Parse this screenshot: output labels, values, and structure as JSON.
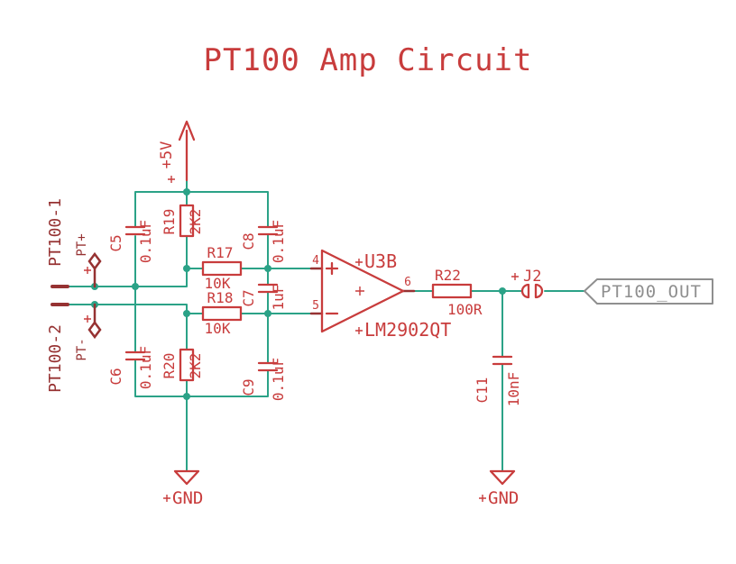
{
  "title": "PT100 Amp Circuit",
  "colors": {
    "background": "#FFFFFF",
    "wire": "#2BA287",
    "symbol": "#C83C3C",
    "pin": "#963232",
    "flag": "#8F8F8F"
  },
  "power": {
    "vcc_label": "+5V",
    "gnd_label": "GND"
  },
  "connector": {
    "pin1_label": "PT100-1",
    "pin2_label": "PT100-2"
  },
  "testpoints": {
    "plus_label": "PT+",
    "minus_label": "PT-"
  },
  "components": {
    "r17": {
      "name": "R17",
      "value": "10K"
    },
    "r18": {
      "name": "R18",
      "value": "10K"
    },
    "r19": {
      "name": "R19",
      "value": "2K2"
    },
    "r20": {
      "name": "R20",
      "value": "2K2"
    },
    "r22": {
      "name": "R22",
      "value": "100R"
    },
    "c5": {
      "name": "C5",
      "value": "0.1uF"
    },
    "c6": {
      "name": "C6",
      "value": "0.1uF"
    },
    "c7": {
      "name": "C7",
      "value": "1uF"
    },
    "c8": {
      "name": "C8",
      "value": "0.1uF"
    },
    "c9": {
      "name": "C9",
      "value": "0.1uF"
    },
    "c11": {
      "name": "C11",
      "value": "10nF"
    },
    "j2": {
      "name": "J2"
    },
    "opamp": {
      "name": "U3B",
      "part": "LM2902QT",
      "pin_noninv": "4",
      "pin_inv": "5",
      "pin_out": "6"
    }
  },
  "net_flag": {
    "label": "PT100_OUT"
  }
}
